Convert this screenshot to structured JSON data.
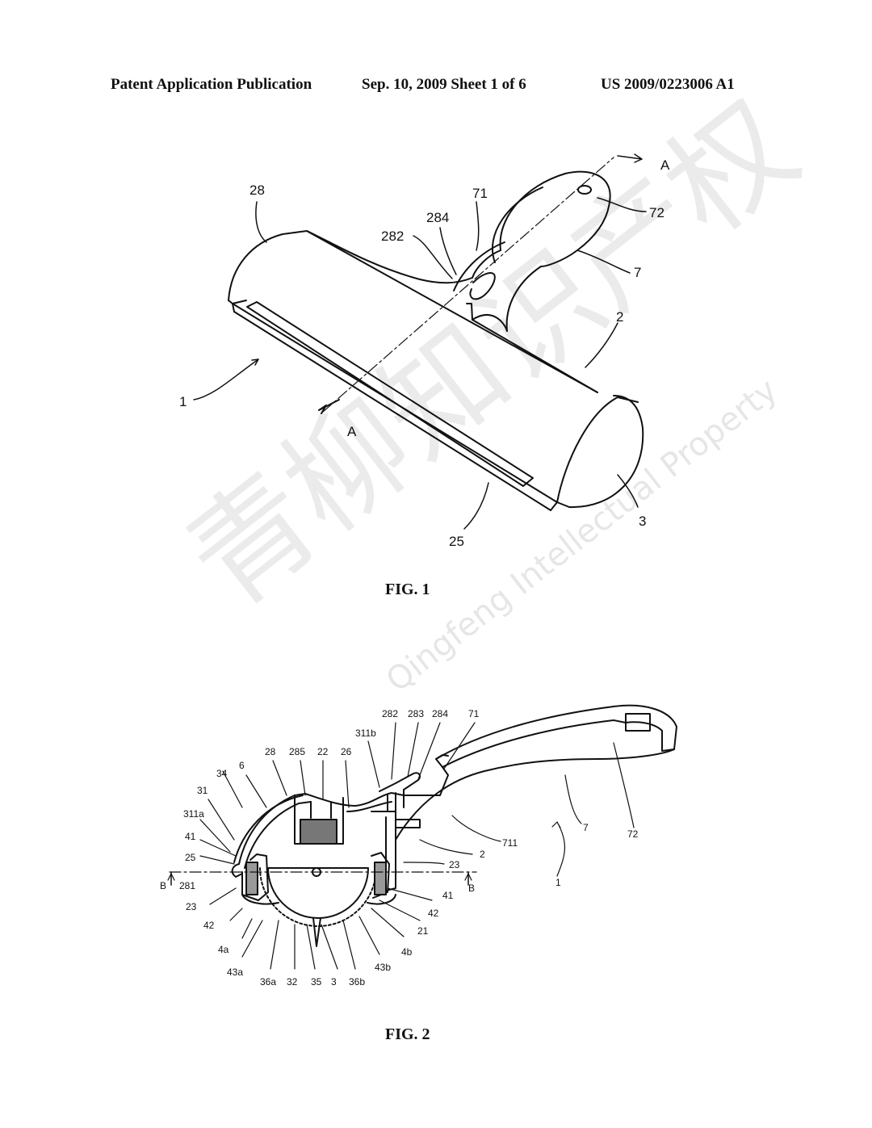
{
  "header": {
    "left": "Patent Application Publication",
    "middle": "Sep. 10, 2009   Sheet 1 of 6",
    "right": "US 2009/0223006 A1"
  },
  "figures": {
    "fig1": {
      "title": "FIG. 1",
      "labels": {
        "l28": "28",
        "l71": "71",
        "l284": "284",
        "l282": "282",
        "l72": "72",
        "l7": "7",
        "l2": "2",
        "l1": "1",
        "lA_top": "A",
        "lA_bot": "A",
        "l25": "25",
        "l3": "3"
      }
    },
    "fig2": {
      "title": "FIG. 2",
      "labels": {
        "l282": "282",
        "l283": "283",
        "l284": "284",
        "l71": "71",
        "l311b": "311b",
        "l28": "28",
        "l285": "285",
        "l22": "22",
        "l26": "26",
        "l6": "6",
        "l34": "34",
        "l31": "31",
        "l311a": "311a",
        "l41": "41",
        "l25": "25",
        "lB_left": "B",
        "l281": "281",
        "l23a": "23",
        "l42a": "42",
        "l4a": "4a",
        "l43a": "43a",
        "l36a": "36a",
        "l32": "32",
        "l35": "35",
        "l3": "3",
        "l36b": "36b",
        "l43b": "43b",
        "l4b": "4b",
        "l21": "21",
        "l42b": "42",
        "l41b": "41",
        "lB_right": "B",
        "l23b": "23",
        "l2": "2",
        "l711": "711",
        "l7": "7",
        "l72": "72",
        "l1": "1"
      }
    }
  },
  "watermark": {
    "chinese": "青柳知识产权",
    "english": "Qingfeng Intellectual Property"
  }
}
